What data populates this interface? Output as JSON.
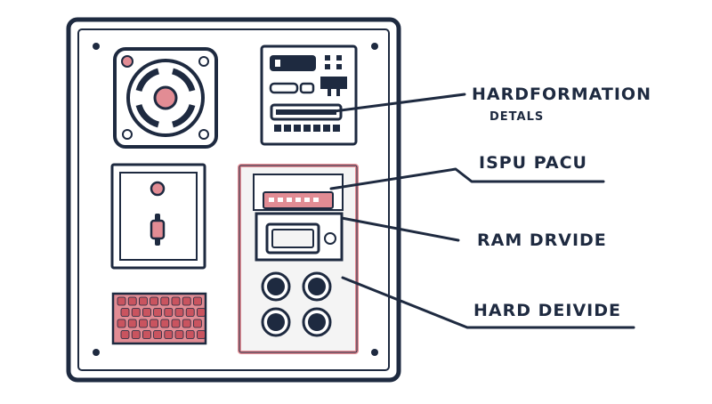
{
  "colors": {
    "ink": "#1e2a40",
    "accent": "#e28c94",
    "accent_dark": "#c9545f",
    "paper": "#ffffff",
    "panel_fill": "#f4f4f4"
  },
  "icons": {
    "fan": "fan-icon",
    "keypad": "keypad-icon",
    "ports": "port-icon",
    "switch": "switch-icon"
  },
  "labels": {
    "hardformation": "HARDFORMATION",
    "details": "DETALS",
    "ispu": "ISPU PACU",
    "ram": "RAM DRVIDE",
    "hard": "HARD DEIVIDE"
  }
}
